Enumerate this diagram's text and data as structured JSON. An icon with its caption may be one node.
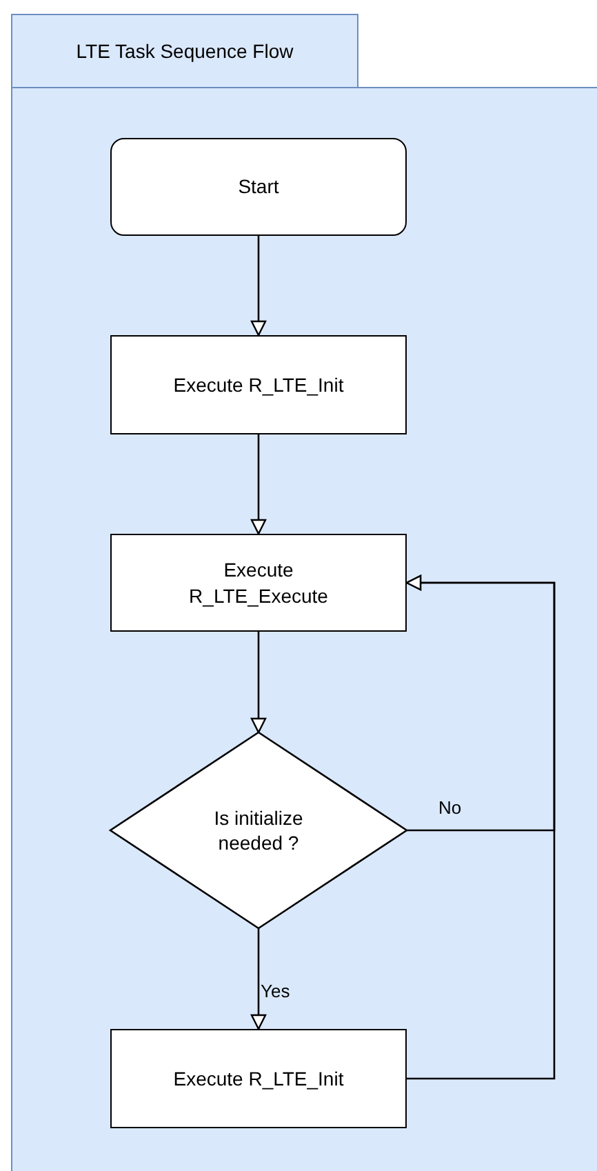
{
  "diagram": {
    "nodes": [
      {
        "text": [
          "LTE Task Sequence Flow"
        ]
      },
      {
        "text": [
          "Start"
        ],
        "in": 0
      },
      {
        "text": [
          "Execute R_LTE_Init"
        ],
        "in": 0
      },
      {
        "text": [
          "Execute R_LTE_Execute"
        ],
        "in": 0
      },
      {
        "text": [
          "Is initialize needed ?"
        ],
        "in": 0
      },
      {
        "text": [
          "Execute R_LTE_Init"
        ],
        "in": 0
      }
    ],
    "edges": [
      {
        "from": 1,
        "to": 2,
        "arrow": "to"
      },
      {
        "from": 2,
        "to": 3,
        "arrow": "to"
      },
      {
        "from": 3,
        "to": 4,
        "arrow": "to"
      },
      {
        "from": 4,
        "to": 5,
        "arrow": "to",
        "label": "Yes"
      },
      {
        "from": 4,
        "to": 3,
        "arrow": "to",
        "label": "No"
      },
      {
        "from": 5,
        "to": 3,
        "arrow": "to"
      }
    ]
  }
}
